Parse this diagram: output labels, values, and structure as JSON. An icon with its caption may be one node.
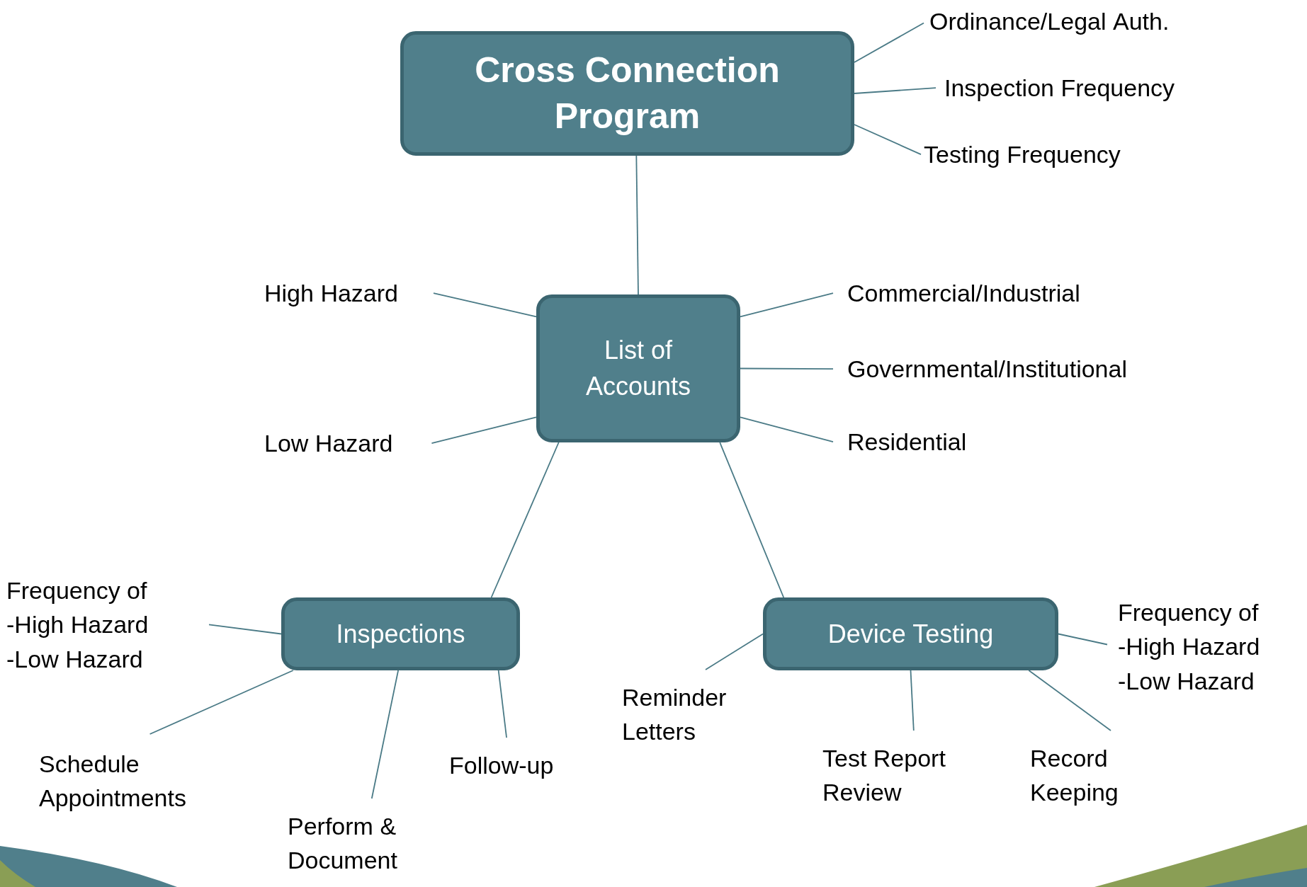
{
  "diagram": {
    "nodes": [
      {
        "text": [
          "Cross Connection Program"
        ]
      },
      {
        "text": [
          "Ordinance/Legal Auth."
        ]
      },
      {
        "text": [
          "Inspection Frequency"
        ]
      },
      {
        "text": [
          "Testing Frequency"
        ]
      },
      {
        "text": [
          "List of Accounts"
        ]
      },
      {
        "text": [
          "High Hazard"
        ]
      },
      {
        "text": [
          "Low Hazard"
        ]
      },
      {
        "text": [
          "Commercial/Industrial"
        ]
      },
      {
        "text": [
          "Governmental/Institutional"
        ]
      },
      {
        "text": [
          "Residential"
        ]
      },
      {
        "text": [
          "Inspections"
        ]
      },
      {
        "text": [
          "Device Testing"
        ]
      },
      {
        "text": [
          "Frequency of -High Hazard -Low Hazard"
        ]
      },
      {
        "text": [
          "Schedule Appointments"
        ]
      },
      {
        "text": [
          "Perform & Document"
        ]
      },
      {
        "text": [
          "Follow-up"
        ]
      },
      {
        "text": [
          "Reminder Letters"
        ]
      },
      {
        "text": [
          "Test Report Review"
        ]
      },
      {
        "text": [
          "Record Keeping"
        ]
      },
      {
        "text": [
          "Frequency of -High Hazard -Low Hazard"
        ]
      }
    ],
    "edges": [
      {
        "from": 0,
        "to": 1,
        "arrow": "none"
      },
      {
        "from": 0,
        "to": 2,
        "arrow": "none"
      },
      {
        "from": 0,
        "to": 3,
        "arrow": "none"
      },
      {
        "from": 0,
        "to": 4,
        "arrow": "none"
      },
      {
        "from": 4,
        "to": 5,
        "arrow": "none"
      },
      {
        "from": 4,
        "to": 6,
        "arrow": "none"
      },
      {
        "from": 4,
        "to": 7,
        "arrow": "none"
      },
      {
        "from": 4,
        "to": 8,
        "arrow": "none"
      },
      {
        "from": 4,
        "to": 9,
        "arrow": "none"
      },
      {
        "from": 4,
        "to": 10,
        "arrow": "none"
      },
      {
        "from": 4,
        "to": 11,
        "arrow": "none"
      },
      {
        "from": 10,
        "to": 12,
        "arrow": "none"
      },
      {
        "from": 10,
        "to": 13,
        "arrow": "none"
      },
      {
        "from": 10,
        "to": 14,
        "arrow": "none"
      },
      {
        "from": 10,
        "to": 15,
        "arrow": "none"
      },
      {
        "from": 11,
        "to": 16,
        "arrow": "none"
      },
      {
        "from": 11,
        "to": 17,
        "arrow": "none"
      },
      {
        "from": 11,
        "to": 18,
        "arrow": "none"
      },
      {
        "from": 11,
        "to": 19,
        "arrow": "none"
      }
    ]
  }
}
